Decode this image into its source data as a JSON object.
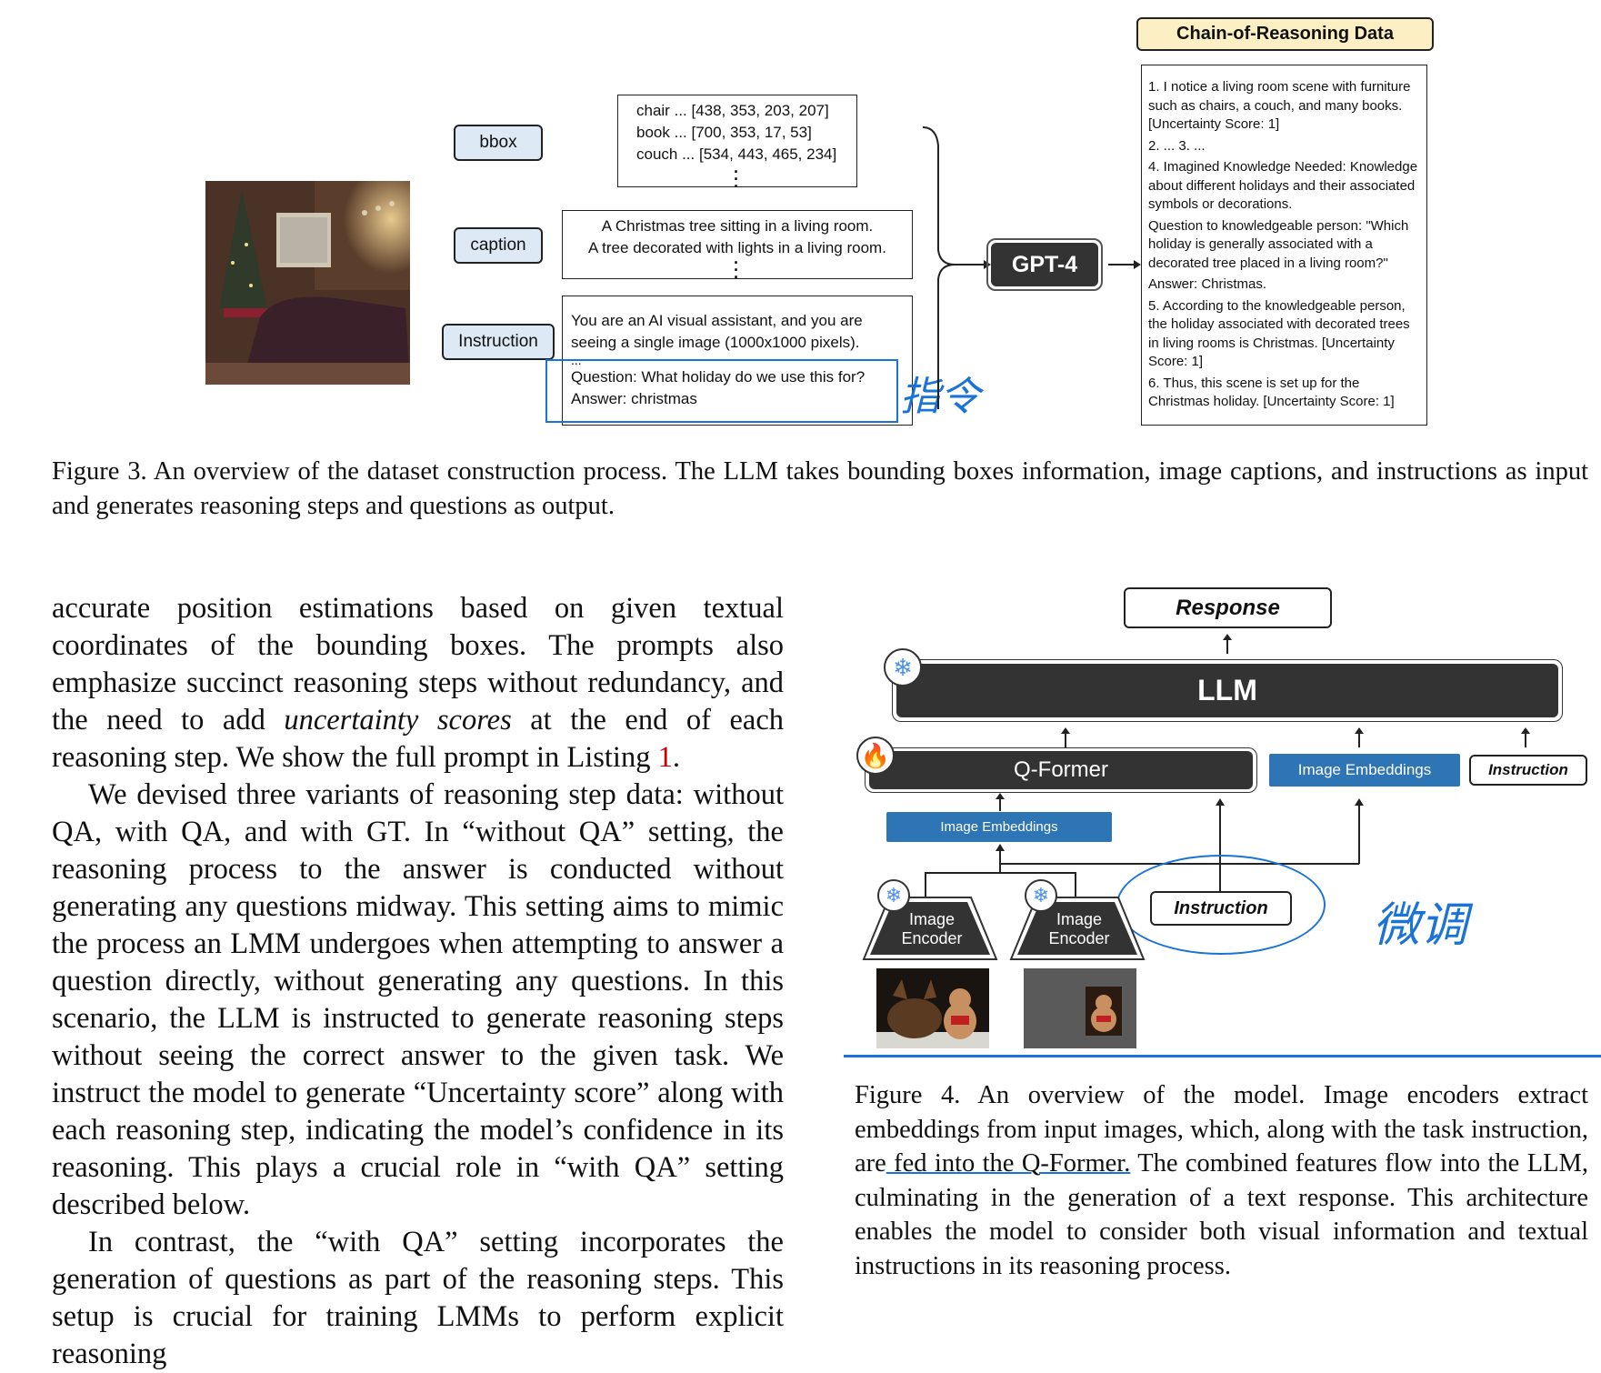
{
  "fig3": {
    "labels": {
      "bbox": "bbox",
      "caption": "caption",
      "instruction": "Instruction"
    },
    "bbox_lines": [
      "chair ... [438, 353, 203, 207]",
      "book ... [700, 353, 17, 53]",
      "couch ... [534, 443, 465, 234]"
    ],
    "caption_lines": [
      "A Christmas tree sitting in a living room.",
      "A tree decorated with lights in a living room."
    ],
    "instruction_lines": [
      "You are an AI visual assistant, and you are",
      "seeing a single image (1000x1000 pixels).",
      "...",
      "Question: What holiday do we use this for?",
      "Answer: christmas"
    ],
    "model": "GPT-4",
    "cor_title": "Chain-of-Reasoning Data",
    "cor_items": [
      "1. I notice a living room scene with furniture such as chairs, a couch, and many books. [Uncertainty Score: 1]",
      "2. ... 3. ...",
      "4. Imagined Knowledge Needed: Knowledge about different holidays and their associated symbols or decorations.",
      "Question to knowledgeable person: \"Which holiday is generally associated with a decorated tree placed in a living room?\"",
      "Answer: Christmas.",
      "5. According to the knowledgeable person, the holiday associated with decorated trees in living rooms is Christmas. [Uncertainty Score: 1]",
      "6. Thus, this scene is set up for the Christmas holiday. [Uncertainty Score: 1]"
    ],
    "handwritten": "指令",
    "caption": "Figure 3. An overview of the dataset construction process. The LLM takes bounding boxes information, image captions, and instructions as input and generates reasoning steps and questions as output."
  },
  "fig4": {
    "response": "Response",
    "llm": "LLM",
    "qformer": "Q-Former",
    "image_embeddings": "Image Embeddings",
    "instruction": "Instruction",
    "encoder1": "Image\nEncoder",
    "encoder2": "Image\nEncoder",
    "handwritten": "微调",
    "caption_pre": "Figure 4. An overview of the model. Image encoders extract embeddings from input images, which, along with the task instruction, are",
    "caption_underlined": " fed into the Q-Former.",
    "caption_post": " The combined features flow into the LLM, culminating in the generation of a text response. This architecture enables the model to consider both visual information and textual instructions in its reasoning process."
  },
  "body": {
    "p1_pre": "accurate position estimations based on given textual coordinates of the bounding boxes. The prompts also emphasize succinct reasoning steps without redundancy, and the need to add ",
    "p1_em": "uncertainty scores",
    "p1_mid": " at the end of each reasoning step. We show the full prompt in Listing ",
    "p1_ref": "1",
    "p1_post": ".",
    "p2": "We devised three variants of reasoning step data: without QA, with QA, and with GT. In “without QA” setting, the reasoning process to the answer is conducted without generating any questions midway. This setting aims to mimic the process an LMM undergoes when attempting to answer a question directly, without generating any questions. In this scenario, the LLM is instructed to generate reasoning steps without seeing the correct answer to the given task. We instruct the model to generate “Uncertainty score” along with each reasoning step, indicating the model’s confidence in its reasoning. This plays a crucial role in “with QA” setting described below.",
    "p3": "In contrast, the “with QA” setting incorporates the generation of questions as part of the reasoning steps. This setup is crucial for training LMMs to perform explicit reasoning"
  },
  "colors": {
    "accent_blue": "#2e75b6",
    "annotation_blue": "#1a73d9",
    "ref_red": "#d00000",
    "cor_title_bg": "#fcefc4"
  }
}
